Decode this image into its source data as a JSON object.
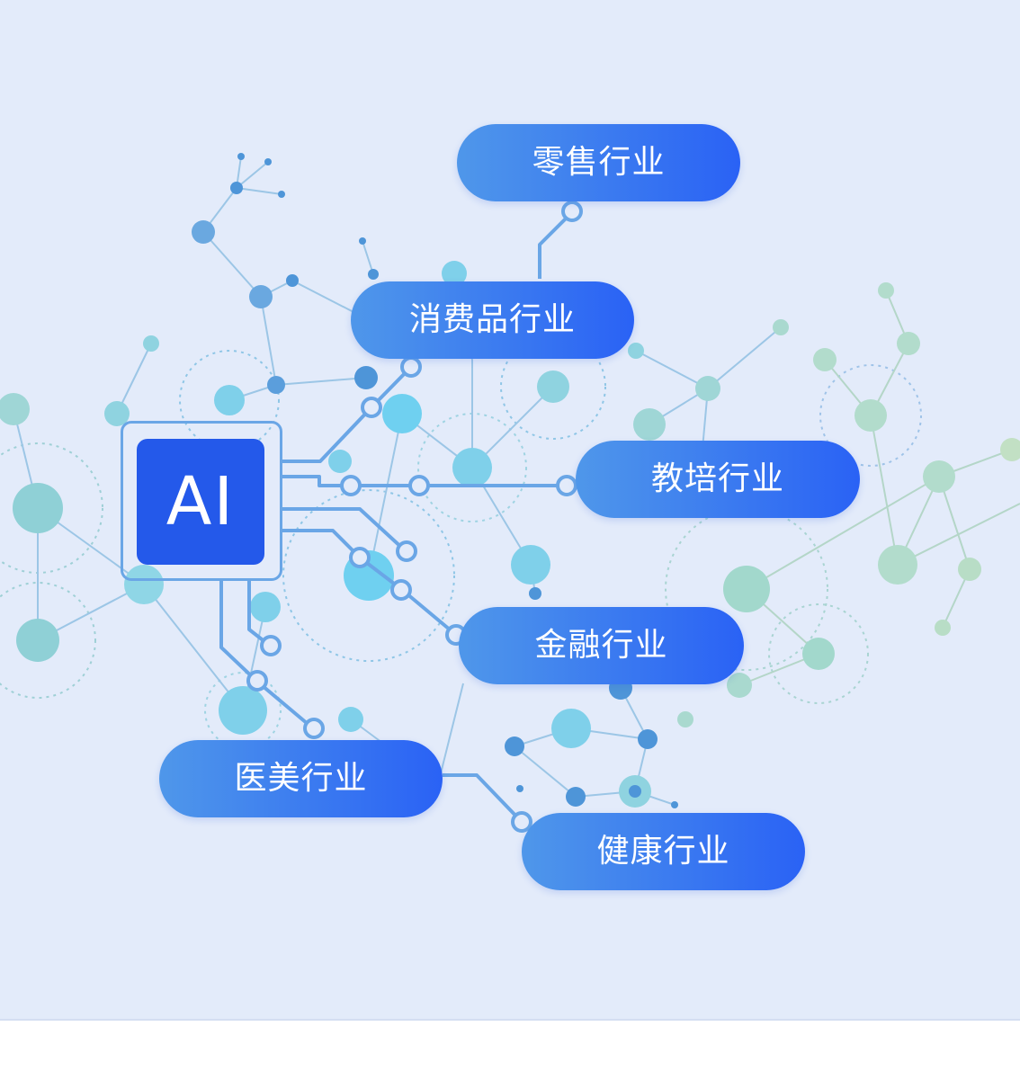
{
  "colors": {
    "background": "#e3ebfa",
    "pill_gradient_start": "#4f97ea",
    "pill_gradient_end": "#2a62f5",
    "chip_fill": "#2459ea",
    "chip_border": "#6aa6e6",
    "circuit_line": "#6aa6e6"
  },
  "chip": {
    "label": "AI"
  },
  "industries": [
    {
      "label": "零售行业"
    },
    {
      "label": "消费品行业"
    },
    {
      "label": "教培行业"
    },
    {
      "label": "金融行业"
    },
    {
      "label": "医美行业"
    },
    {
      "label": "健康行业"
    }
  ]
}
